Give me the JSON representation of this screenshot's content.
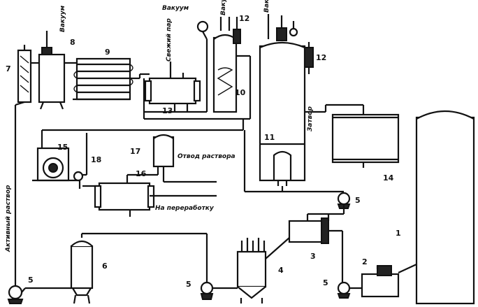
{
  "labels": {
    "vacuum_top": "Вакуум",
    "vacuum_8": "Вакуум",
    "vacuum_10": "Вакуум",
    "vacuum_11": "Вакуум",
    "sealing_water": "Затвор",
    "spent_solution": "Отвод раствора",
    "to_processing": "На переработку",
    "active_solution": "Активный раствор",
    "steam_ins": "Свежий пар"
  },
  "numbers": {
    "n1": "1",
    "n2": "2",
    "n3": "3",
    "n4": "4",
    "n5a": "5",
    "n5b": "5",
    "n5c": "5",
    "n5d": "5",
    "n6": "6",
    "n7": "7",
    "n8": "8",
    "n9": "9",
    "n10": "10",
    "n11": "11",
    "n12a": "12",
    "n12b": "12",
    "n13": "13",
    "n14": "14",
    "n15": "15",
    "n16": "16",
    "n17": "17",
    "n18": "18"
  }
}
